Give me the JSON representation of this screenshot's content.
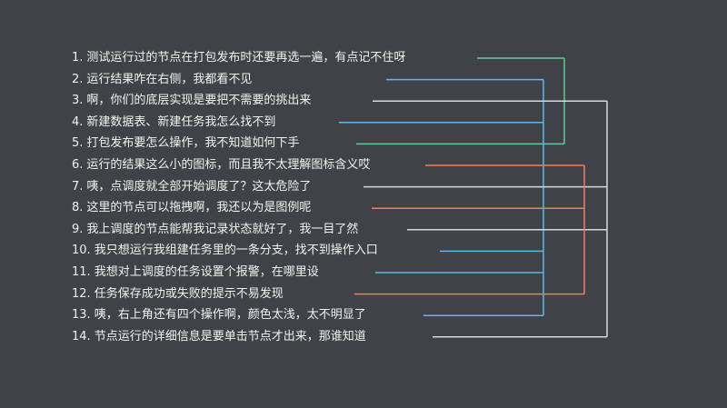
{
  "colors": {
    "background": "#3f4347",
    "text": "#f2f2f2",
    "green": "#63c79a",
    "blue": "#5fb8e8",
    "white": "#d8d8d8",
    "orange": "#ef7f62"
  },
  "feedback_items": [
    {
      "number": "1.",
      "text": "测试运行过的节点在打包发布时还要再选一遍，有点记不住呀",
      "group": "green"
    },
    {
      "number": "2.",
      "text": "运行结果咋在右侧，我都看不见",
      "group": "blue"
    },
    {
      "number": "3.",
      "text": "啊，你们的底层实现是要把不需要的挑出来",
      "group": "white"
    },
    {
      "number": "4.",
      "text": "新建数据表、新建任务我怎么找不到",
      "group": "blue"
    },
    {
      "number": "5.",
      "text": "打包发布要怎么操作，我不知道如何下手",
      "group": "green"
    },
    {
      "number": "6.",
      "text": "运行的结果这么小的图标，而且我不太理解图标含义哎",
      "group": "orange"
    },
    {
      "number": "7.",
      "text": "咦，点调度就全部开始调度了？这太危险了",
      "group": "white"
    },
    {
      "number": "8.",
      "text": "这里的节点可以拖拽啊，我还以为是图例呢",
      "group": "orange"
    },
    {
      "number": "9.",
      "text": "我上调度的节点能帮我记录状态就好了，我一目了然",
      "group": "white"
    },
    {
      "number": "10.",
      "text": "我只想运行我组建任务里的一条分支，找不到操作入口",
      "group": "blue"
    },
    {
      "number": "11.",
      "text": "我想对上调度的任务设置个报警，在哪里设",
      "group": "blue"
    },
    {
      "number": "12.",
      "text": "任务保存成功或失败的提示不易发现",
      "group": "orange"
    },
    {
      "number": "13.",
      "text": "咦，右上角还有四个操作啊，颜色太浅，太不明显了",
      "group": "blue"
    },
    {
      "number": "14.",
      "text": "节点运行的详细信息是要单击节点才出来，那谁知道",
      "group": "white"
    }
  ]
}
